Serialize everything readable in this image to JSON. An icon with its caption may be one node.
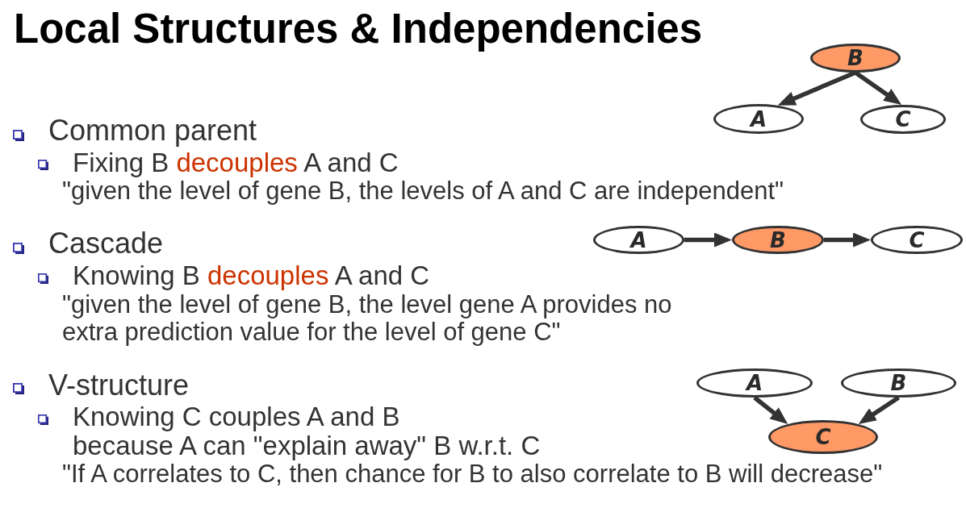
{
  "diagram": {
    "title": "Local Structures & Independencies",
    "nodes": [
      {
        "text": [
          "B"
        ]
      },
      {
        "text": [
          "A"
        ]
      },
      {
        "text": [
          "C"
        ]
      },
      {
        "text": [
          "A"
        ]
      },
      {
        "text": [
          "B"
        ]
      },
      {
        "text": [
          "C"
        ]
      },
      {
        "text": [
          "A"
        ]
      },
      {
        "text": [
          "B"
        ]
      },
      {
        "text": [
          "C"
        ]
      }
    ],
    "edges": [
      {
        "from": 0,
        "to": 1,
        "arrow": "to"
      },
      {
        "from": 0,
        "to": 2,
        "arrow": "to"
      },
      {
        "from": 3,
        "to": 4,
        "arrow": "to"
      },
      {
        "from": 4,
        "to": 5,
        "arrow": "to"
      },
      {
        "from": 6,
        "to": 8,
        "arrow": "to"
      },
      {
        "from": 7,
        "to": 8,
        "arrow": "to"
      }
    ],
    "labels": [
      "Common parent",
      "Fixing B **decouples** A and C",
      "\"given the level of gene B, the levels of A and C are independent\"",
      "Cascade",
      "Knowing B **decouples** A and C",
      "\"given the level of gene B, the level gene A provides no extra prediction value for the level of gene C\"",
      "V-structure",
      "Knowing C couples A and B",
      "because A can \"explain away\" B w.r.t. C",
      "\"If A correlates to C, then chance for B to also correlate to B will decrease\""
    ]
  }
}
